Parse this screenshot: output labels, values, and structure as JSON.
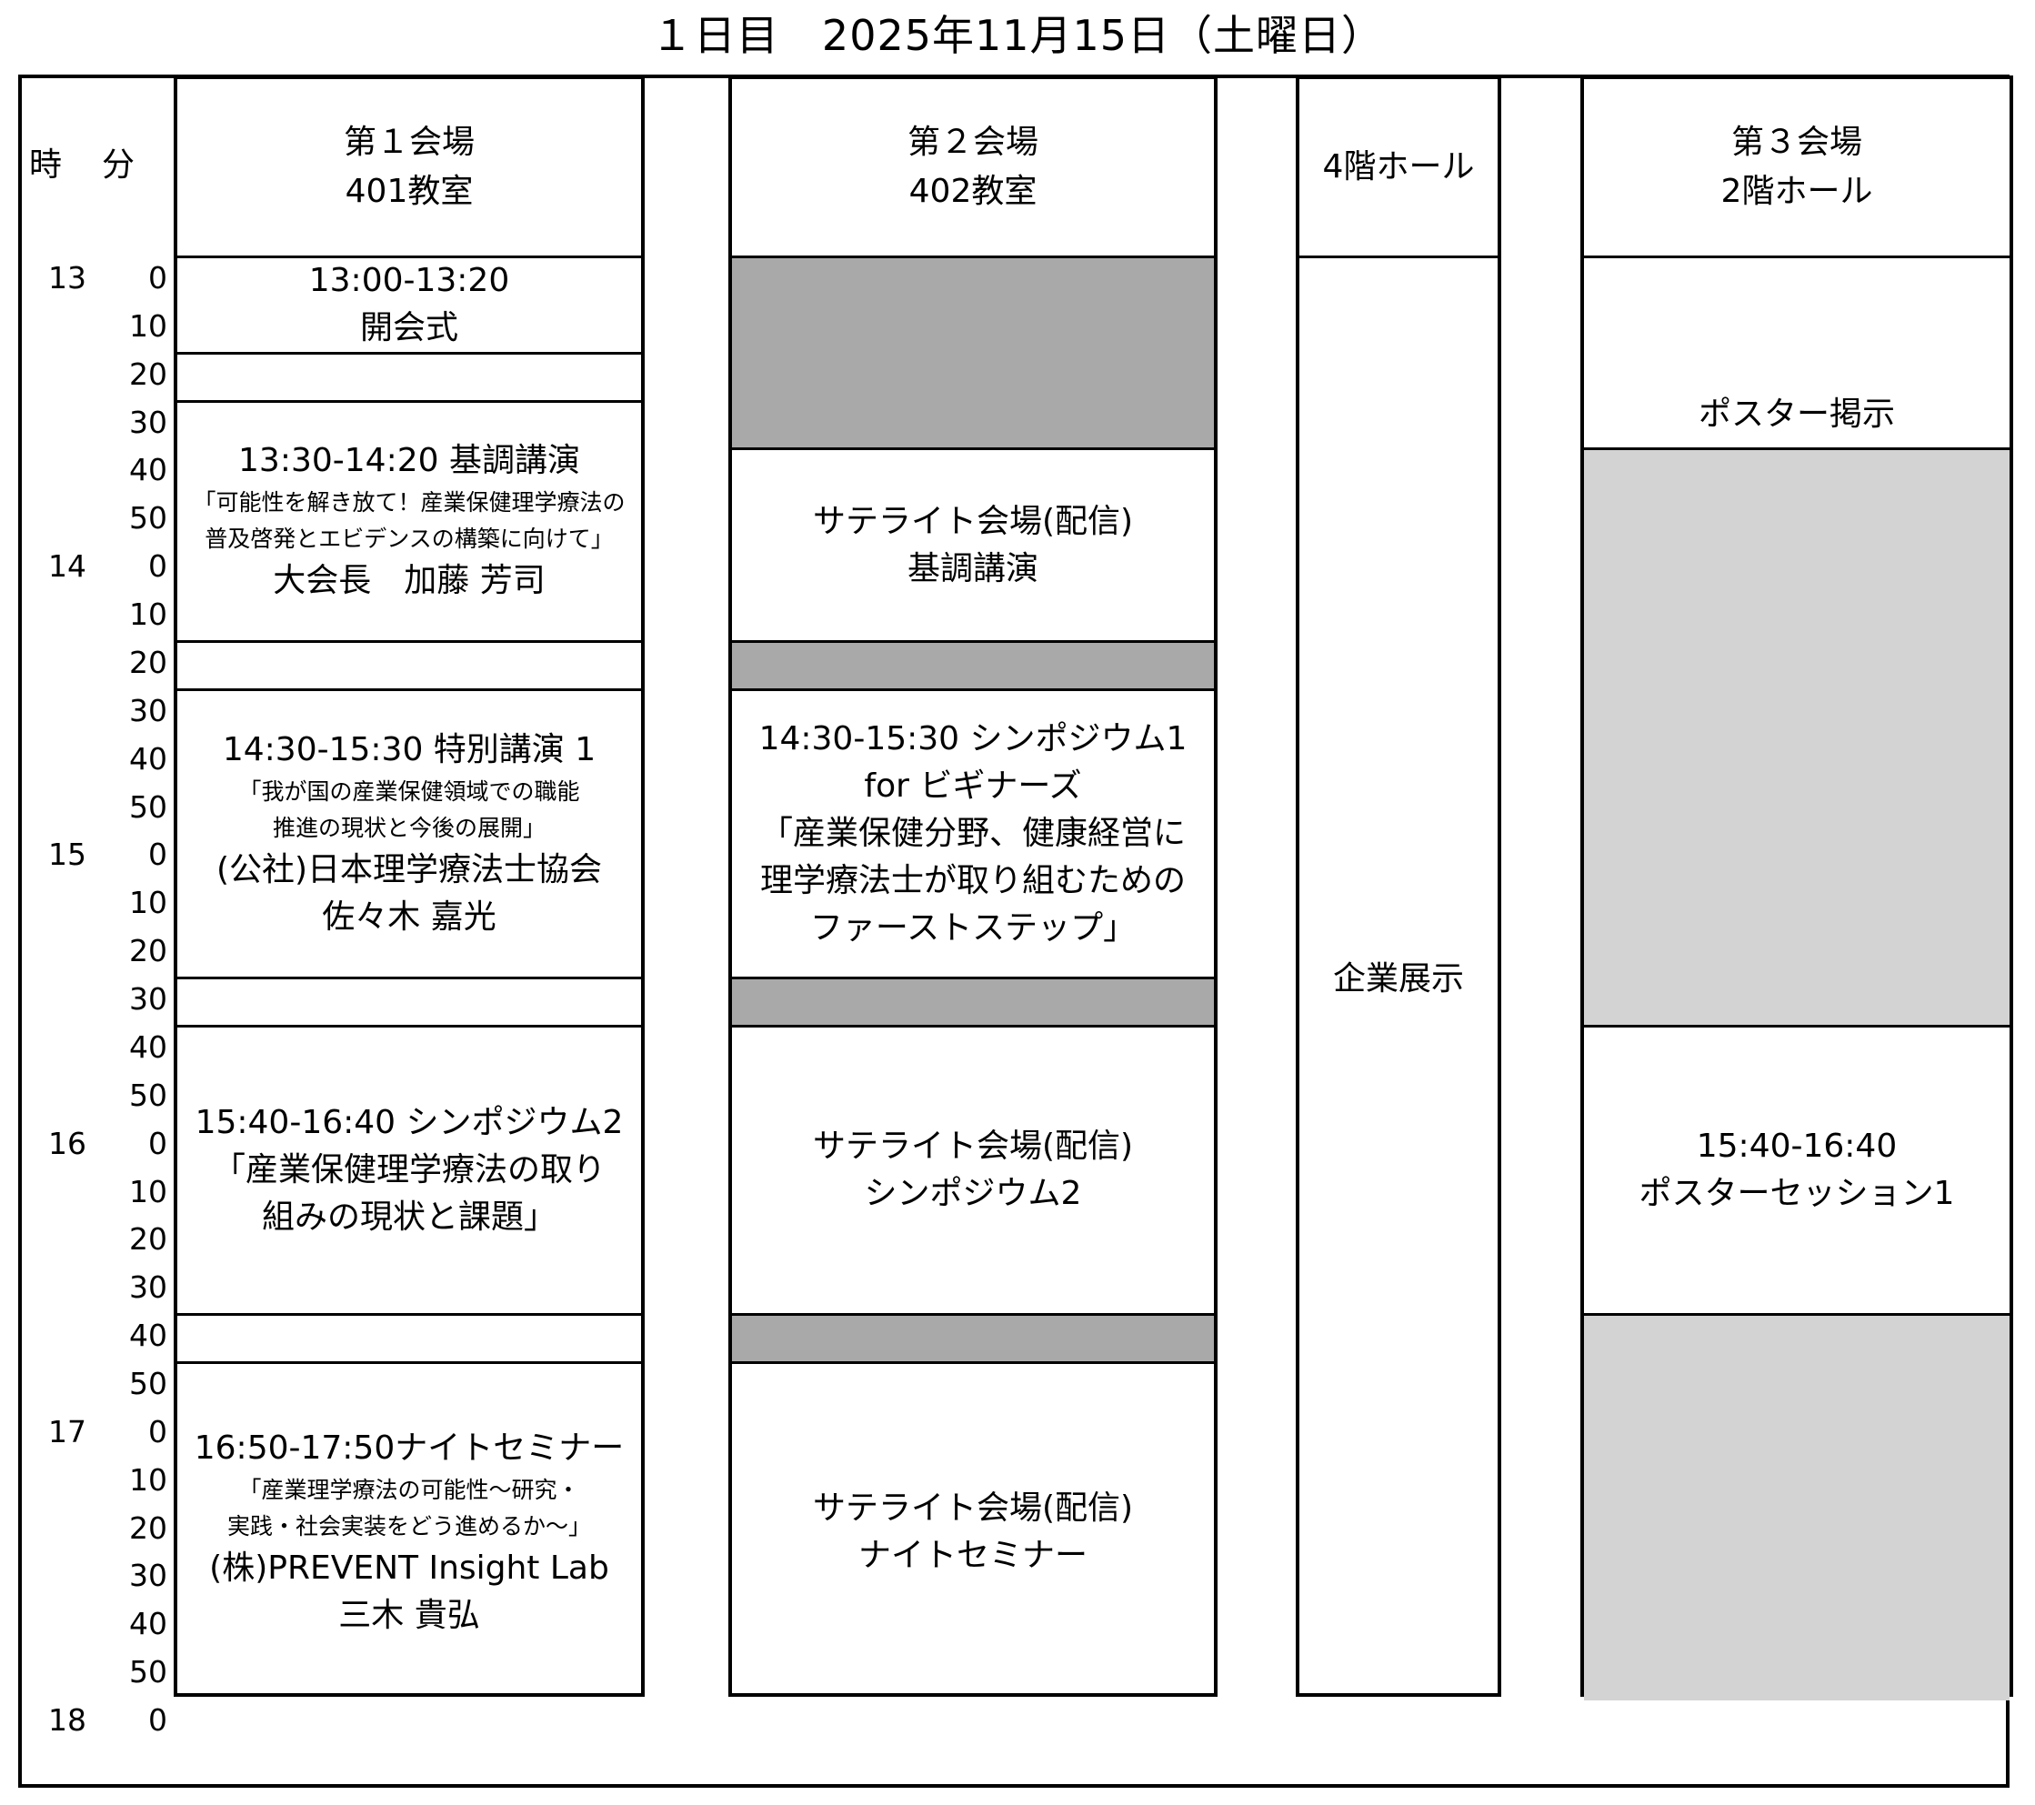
{
  "title": "１日目　2025年11月15日（土曜日）",
  "time_header": {
    "hour": "時",
    "minute": "分"
  },
  "time_axis": [
    {
      "h": "13",
      "m": "0"
    },
    {
      "m": "10"
    },
    {
      "m": "20"
    },
    {
      "m": "30"
    },
    {
      "m": "40"
    },
    {
      "m": "50"
    },
    {
      "h": "14",
      "m": "0"
    },
    {
      "m": "10"
    },
    {
      "m": "20"
    },
    {
      "m": "30"
    },
    {
      "m": "40"
    },
    {
      "m": "50"
    },
    {
      "h": "15",
      "m": "0"
    },
    {
      "m": "10"
    },
    {
      "m": "20"
    },
    {
      "m": "30"
    },
    {
      "m": "40"
    },
    {
      "m": "50"
    },
    {
      "h": "16",
      "m": "0"
    },
    {
      "m": "10"
    },
    {
      "m": "20"
    },
    {
      "m": "30"
    },
    {
      "m": "40"
    },
    {
      "m": "50"
    },
    {
      "h": "17",
      "m": "0"
    },
    {
      "m": "10"
    },
    {
      "m": "20"
    },
    {
      "m": "30"
    },
    {
      "m": "40"
    },
    {
      "m": "50"
    },
    {
      "h": "18",
      "m": "0"
    }
  ],
  "colors": {
    "unavailable_dark": "#a9a9a9",
    "unavailable_light": "#d3d3d3",
    "border": "#000000"
  },
  "venues": [
    {
      "id": "venue-1",
      "header": [
        "第１会場",
        "401教室"
      ],
      "blocks": [
        {
          "start": 0,
          "end": 20,
          "lines": [
            {
              "t": "13:00-13:20"
            },
            {
              "t": "開会式"
            }
          ]
        },
        {
          "start": 20,
          "end": 30,
          "lines": []
        },
        {
          "start": 30,
          "end": 80,
          "lines": [
            {
              "t": "13:30-14:20 基調講演"
            },
            {
              "t": "「可能性を解き放て！産業保健理学療法の",
              "k": "sub"
            },
            {
              "t": "普及啓発とエビデンスの構築に向けて」",
              "k": "sub"
            },
            {
              "t": "大会長　加藤 芳司"
            }
          ]
        },
        {
          "start": 80,
          "end": 90,
          "lines": []
        },
        {
          "start": 90,
          "end": 150,
          "lines": [
            {
              "t": "14:30-15:30 特別講演 1"
            },
            {
              "t": "「我が国の産業保健領域での職能",
              "k": "sub"
            },
            {
              "t": "推進の現状と今後の展開」",
              "k": "sub"
            },
            {
              "t": "(公社)日本理学療法士協会"
            },
            {
              "t": "佐々木 嘉光"
            }
          ]
        },
        {
          "start": 150,
          "end": 160,
          "lines": []
        },
        {
          "start": 160,
          "end": 220,
          "lines": [
            {
              "t": "15:40-16:40 シンポジウム2"
            },
            {
              "t": "「産業保健理学療法の取り"
            },
            {
              "t": "組みの現状と課題」"
            }
          ]
        },
        {
          "start": 220,
          "end": 230,
          "lines": []
        },
        {
          "start": 230,
          "end": 300,
          "lines": [
            {
              "t": "16:50-17:50ナイトセミナー"
            },
            {
              "t": "「産業理学療法の可能性～研究・",
              "k": "sub"
            },
            {
              "t": "実践・社会実装をどう進めるか～」",
              "k": "sub"
            },
            {
              "t": "(株)PREVENT Insight Lab"
            },
            {
              "t": "三木 貴弘"
            }
          ]
        }
      ]
    },
    {
      "id": "venue-2",
      "header": [
        "第２会場",
        "402教室"
      ],
      "blocks": [
        {
          "start": 0,
          "end": 40,
          "fill": "unavailable_dark",
          "lines": []
        },
        {
          "start": 40,
          "end": 80,
          "lines": [
            {
              "t": "サテライト会場(配信)"
            },
            {
              "t": "基調講演"
            }
          ]
        },
        {
          "start": 80,
          "end": 90,
          "fill": "unavailable_dark",
          "lines": []
        },
        {
          "start": 90,
          "end": 150,
          "lines": [
            {
              "t": "14:30-15:30 シンポジウム1"
            },
            {
              "t": "for ビギナーズ"
            },
            {
              "t": "「産業保健分野、健康経営に"
            },
            {
              "t": "理学療法士が取り組むための"
            },
            {
              "t": "ファーストステップ」"
            }
          ]
        },
        {
          "start": 150,
          "end": 160,
          "fill": "unavailable_dark",
          "lines": []
        },
        {
          "start": 160,
          "end": 220,
          "lines": [
            {
              "t": "サテライト会場(配信)"
            },
            {
              "t": "シンポジウム2"
            }
          ]
        },
        {
          "start": 220,
          "end": 230,
          "fill": "unavailable_dark",
          "lines": []
        },
        {
          "start": 230,
          "end": 300,
          "lines": [
            {
              "t": "サテライト会場(配信)"
            },
            {
              "t": "ナイトセミナー"
            }
          ]
        }
      ]
    },
    {
      "id": "hall-4f",
      "header": [
        "4階ホール"
      ],
      "blocks": [
        {
          "start": 0,
          "end": 300,
          "lines": [
            {
              "t": "企業展示"
            }
          ]
        }
      ]
    },
    {
      "id": "venue-3",
      "header": [
        "第３会場",
        "2階ホール"
      ],
      "blocks": [
        {
          "start": 0,
          "end": 40,
          "align": "bottom",
          "lines": [
            {
              "t": "ポスター掲示"
            }
          ]
        },
        {
          "start": 40,
          "end": 160,
          "fill": "unavailable_light",
          "lines": []
        },
        {
          "start": 160,
          "end": 220,
          "lines": [
            {
              "t": "15:40-16:40"
            },
            {
              "t": "ポスターセッション1"
            }
          ]
        },
        {
          "start": 220,
          "end": 300,
          "fill": "unavailable_light",
          "lines": []
        }
      ]
    }
  ]
}
